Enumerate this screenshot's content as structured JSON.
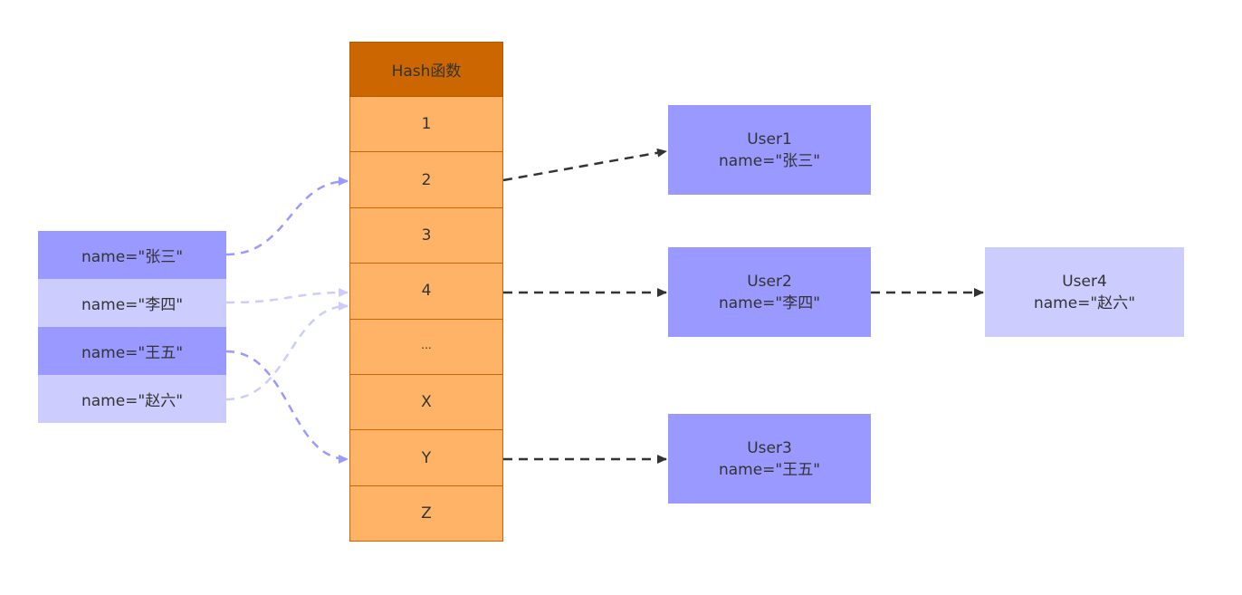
{
  "hash_table": {
    "title": "Hash函数",
    "slots": [
      "1",
      "2",
      "3",
      "4",
      "...",
      "X",
      "Y",
      "Z"
    ]
  },
  "keys": [
    {
      "label": "name=\"张三\""
    },
    {
      "label": "name=\"李四\""
    },
    {
      "label": "name=\"王五\""
    },
    {
      "label": "name=\"赵六\""
    }
  ],
  "users": [
    {
      "name": "User1",
      "detail": "name=\"张三\""
    },
    {
      "name": "User2",
      "detail": "name=\"李四\""
    },
    {
      "name": "User3",
      "detail": "name=\"王五\""
    },
    {
      "name": "User4",
      "detail": "name=\"赵六\""
    }
  ],
  "colors": {
    "header": "#cc6600",
    "slot": "#ffb366",
    "node_dark": "#9999ff",
    "node_light": "#ccccff",
    "arrow_dark": "#333333"
  }
}
